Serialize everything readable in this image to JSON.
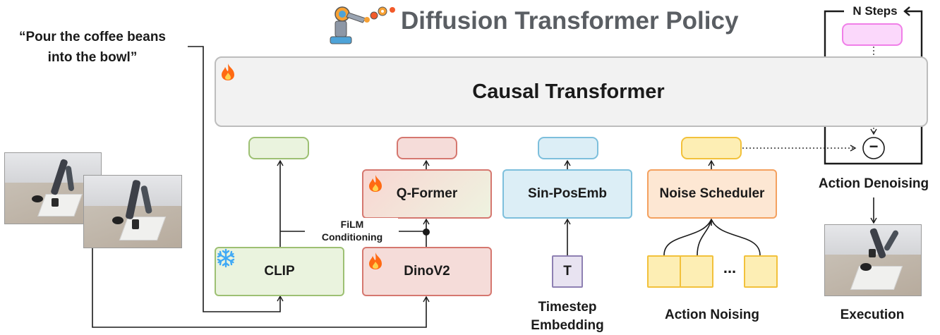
{
  "title": "Diffusion Transformer Policy",
  "instruction": {
    "line1": "“Pour the coffee beans",
    "line2": "into the bowl”"
  },
  "causal_transformer": "Causal Transformer",
  "blocks": {
    "q_former": "Q-Former",
    "sin_posemb": "Sin-PosEmb",
    "noise_scheduler": "Noise Scheduler",
    "clip": "CLIP",
    "dinov2": "DinoV2",
    "timestep": "T"
  },
  "labels": {
    "film_line1": "FiLM",
    "film_line2": "Conditioning",
    "timestep_line1": "Timestep",
    "timestep_line2": "Embedding",
    "action_noising": "Action Noising",
    "ellipsis": "...",
    "n_steps": "N Steps",
    "action_denoising": "Action Denoising",
    "execution": "Execution",
    "minus": "−"
  },
  "colors": {
    "green": "#9dc073",
    "red": "#d5776f",
    "blue": "#7dbfdc",
    "orange": "#f4a15f",
    "yellow": "#f2c13b",
    "pink": "#f07fe8",
    "fire": "#ff6a13",
    "snow": "#3fa9f5"
  },
  "icons": [
    "robot-arm-logo-icon",
    "fire-icon",
    "snowflake-icon",
    "minus-circle-icon"
  ]
}
